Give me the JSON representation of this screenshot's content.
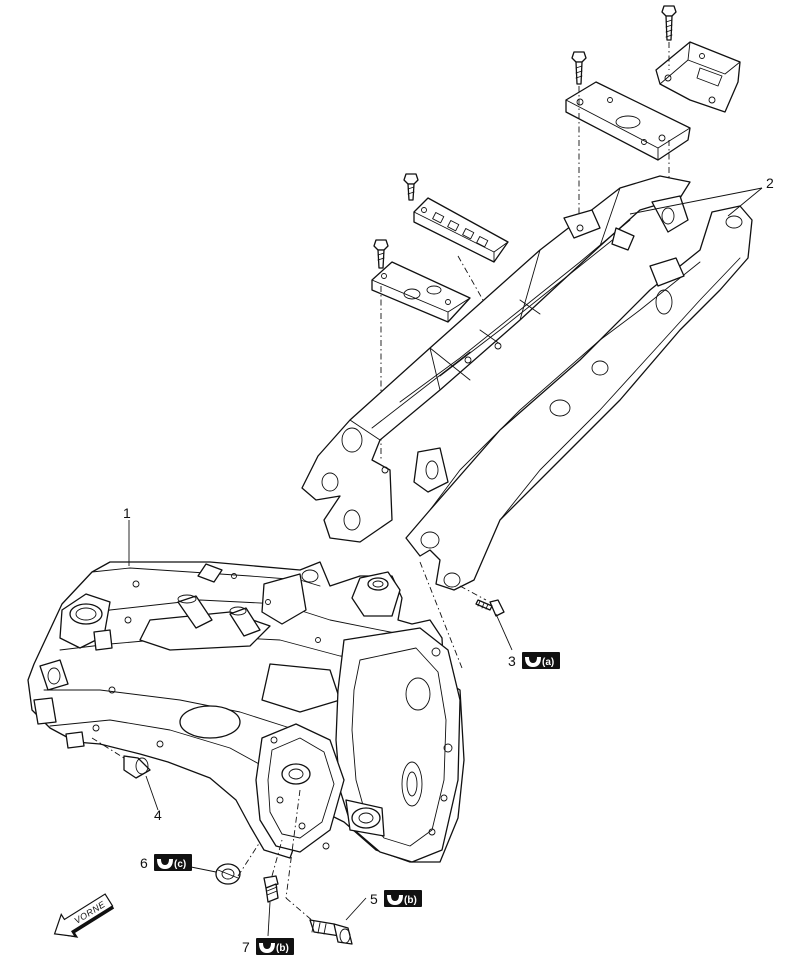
{
  "callouts": [
    {
      "id": "1",
      "label": "1",
      "badge": null
    },
    {
      "id": "2",
      "label": "2",
      "badge": null
    },
    {
      "id": "3",
      "label": "3",
      "badge": "(a)"
    },
    {
      "id": "4",
      "label": "4",
      "badge": null
    },
    {
      "id": "5",
      "label": "5",
      "badge": "(b)"
    },
    {
      "id": "6",
      "label": "6",
      "badge": "(c)"
    },
    {
      "id": "7",
      "label": "7",
      "badge": "(b)"
    }
  ],
  "direction_arrow": {
    "text": "VORNE",
    "icon": "front-direction-arrow-icon"
  },
  "badge_icon": "torque-wrench-icon",
  "colors": {
    "line": "#111111",
    "background": "#ffffff"
  }
}
